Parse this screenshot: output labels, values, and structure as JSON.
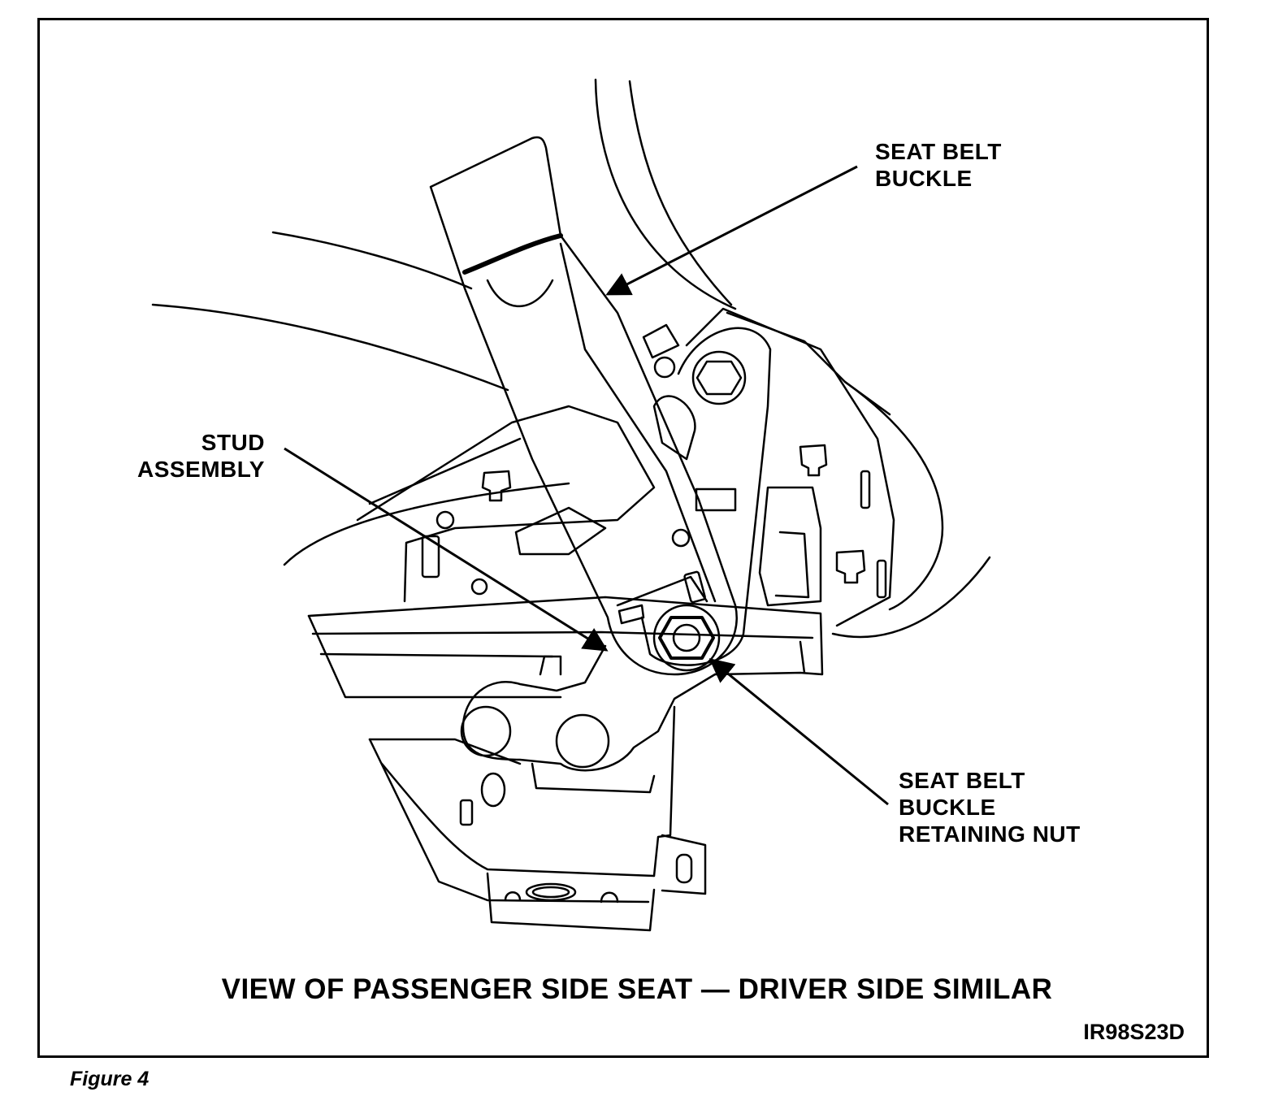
{
  "labels": {
    "buckle": [
      "SEAT BELT",
      "BUCKLE"
    ],
    "stud": [
      "STUD",
      "ASSEMBLY"
    ],
    "nut": [
      "SEAT BELT",
      "BUCKLE",
      "RETAINING NUT"
    ]
  },
  "caption": "VIEW OF PASSENGER SIDE SEAT — DRIVER SIDE SIMILAR",
  "ident": "IR98S23D",
  "figure_label": "Figure 4"
}
